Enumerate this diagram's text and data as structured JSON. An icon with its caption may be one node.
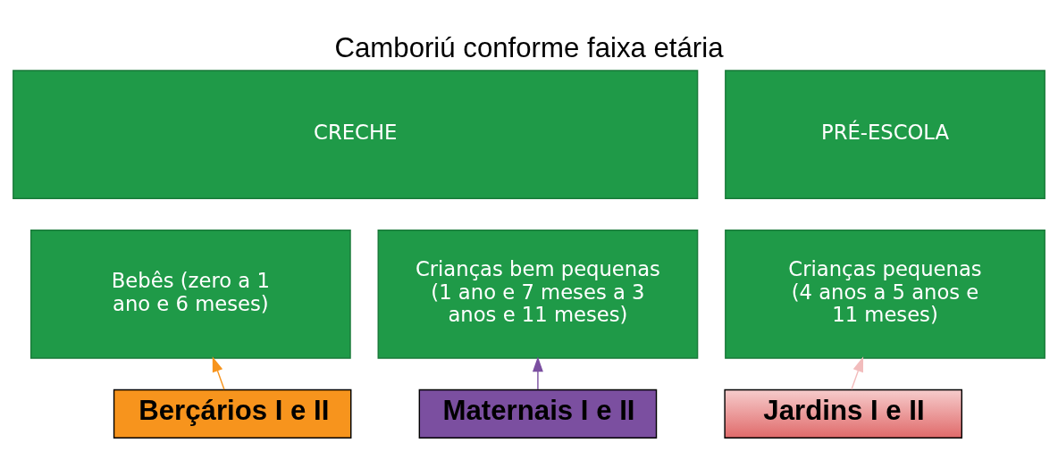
{
  "diagram": {
    "title": "Camboriú conforme faixa etária",
    "nodes": [
      {
        "text": [
          "CRECHE"
        ]
      },
      {
        "text": [
          "PRÉ-ESCOLA"
        ]
      },
      {
        "text": [
          "Bebês (zero a 1 ano e 6 meses)"
        ]
      },
      {
        "text": [
          "Crianças bem pequenas (1 ano e 7 meses a 3 anos e 11 meses)"
        ]
      },
      {
        "text": [
          "Crianças pequenas (4 anos a 5 anos e 11 meses)"
        ]
      },
      {
        "text": [
          "Berçários I e II"
        ]
      },
      {
        "text": [
          "Maternais I e II"
        ]
      },
      {
        "text": [
          "Jardins I e II"
        ]
      }
    ],
    "edges": [
      {
        "from": 5,
        "to": 2,
        "arrow": "to",
        "color": "#f7941d"
      },
      {
        "from": 6,
        "to": 3,
        "arrow": "to",
        "color": "#7b4fa0"
      },
      {
        "from": 7,
        "to": 4,
        "arrow": "to",
        "color": "#f2bcbc"
      }
    ]
  }
}
